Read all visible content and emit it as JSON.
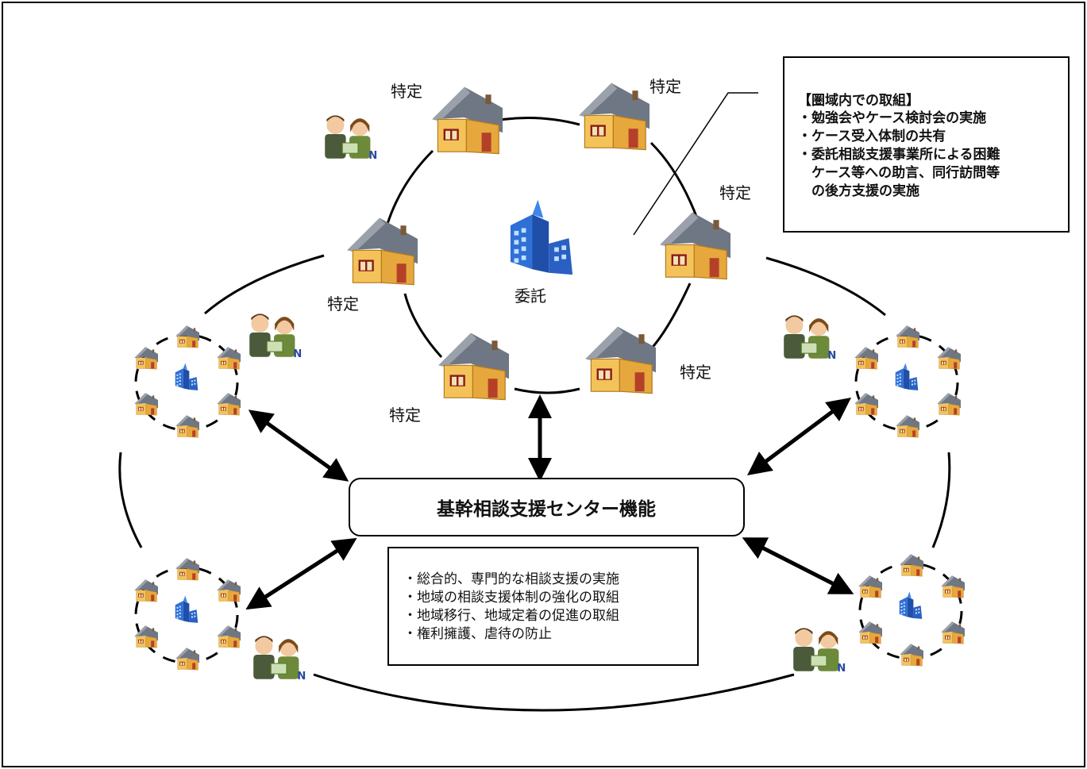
{
  "inner_circle": {
    "center_label": "委託",
    "house_labels": [
      "特定",
      "特定",
      "特定",
      "特定",
      "特定",
      "特定"
    ]
  },
  "region_note": {
    "title": "【圏域内での取組】",
    "lines": [
      "・勉強会やケース検討会の実施",
      "・ケース受入体制の共有",
      "・委託相談支援事業所による困難",
      "　ケース等への助言、同行訪問等",
      "　の後方支援の実施"
    ]
  },
  "center_box": {
    "title": "基幹相談支援センター機能"
  },
  "functions_box": {
    "items": [
      "・総合的、専門的な相談支援の実施",
      "・地域の相談支援体制の強化の取組",
      "・地域移行、地域定着の促進の取組",
      "・権利擁護、虐待の防止"
    ]
  },
  "colors": {
    "roof": "#6f7784",
    "wall": "#f3c35a",
    "building": "#2f6fd6"
  }
}
